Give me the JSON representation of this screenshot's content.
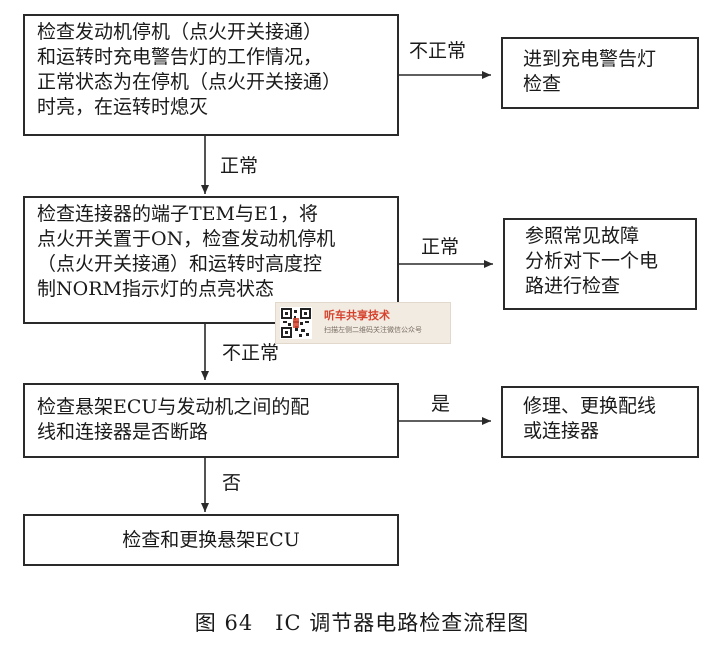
{
  "flowchart": {
    "boxes": [
      {
        "id": "check-warning-light",
        "text": "检查发动机停机（点火开关接通）\n和运转时充电警告灯的工作情况，\n正常状态为在停机（点火开关接通）\n时亮，在运转时熄灭"
      },
      {
        "id": "goto-warning-light-check",
        "text": "进到充电警告灯\n检查"
      },
      {
        "id": "check-tem-e1",
        "text": "检查连接器的端子TEM与E1，将\n点火开关置于ON，检查发动机停机\n（点火开关接通）和运转时高度控\n制NORM指示灯的点亮状态"
      },
      {
        "id": "refer-common-faults",
        "text": "参照常见故障\n分析对下一个电\n路进行检查"
      },
      {
        "id": "check-ecu-wiring",
        "text": "检查悬架ECU与发动机之间的配\n线和连接器是否断路"
      },
      {
        "id": "repair-wiring",
        "text": "修理、更换配线\n或连接器"
      },
      {
        "id": "replace-ecu",
        "text": "检查和更换悬架ECU"
      }
    ],
    "edge_labels": {
      "abnormal_1": "不正常",
      "normal_1": "正常",
      "normal_2": "正常",
      "abnormal_2": "不正常",
      "yes": "是",
      "no": "否"
    }
  },
  "caption": "图 64　IC 调节器电路检查流程图",
  "watermark": {
    "title": "听车共享技术",
    "subtitle": "扫描左侧二维码关注微信公众号"
  },
  "colors": {
    "line": "#2a2a2a",
    "watermark_bg": "#f1ebe2",
    "watermark_accent": "#d6422c"
  }
}
